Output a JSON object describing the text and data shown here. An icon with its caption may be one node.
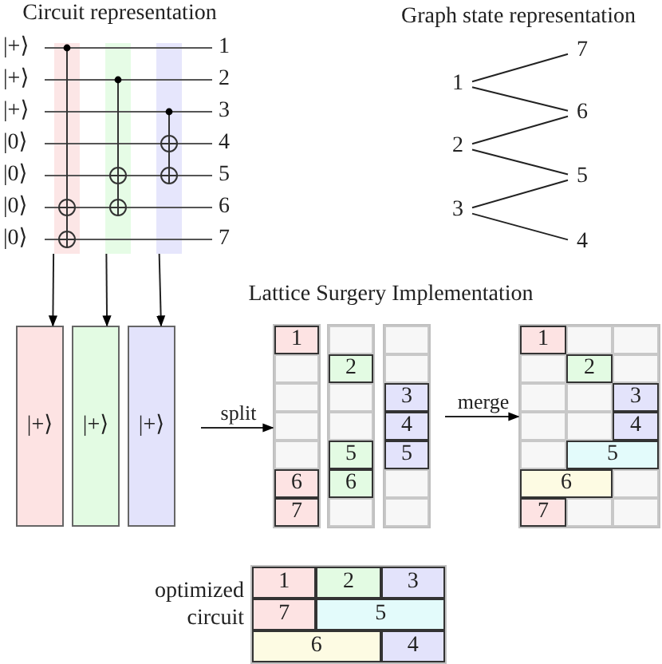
{
  "diagram": {
    "nodes": [
      {
        "text": [],
        "shape": "bar"
      },
      {
        "text": [],
        "shape": "bar"
      },
      {
        "text": [],
        "shape": "bar"
      },
      {
        "text": [
          "7"
        ]
      },
      {
        "text": [
          "1"
        ]
      },
      {
        "text": [
          "6"
        ]
      },
      {
        "text": [
          "2"
        ]
      },
      {
        "text": [
          "5"
        ]
      },
      {
        "text": [
          "3"
        ]
      },
      {
        "text": [
          "4"
        ]
      },
      {
        "text": [
          "|+⟩"
        ]
      },
      {
        "text": [
          "|+⟩"
        ]
      },
      {
        "text": [
          "|+⟩"
        ]
      },
      {
        "text": [],
        "shape": "box"
      },
      {
        "text": [
          "1"
        ],
        "in": 13
      },
      {
        "text": [],
        "shape": "box",
        "in": 13
      },
      {
        "text": [],
        "shape": "box",
        "in": 13
      },
      {
        "text": [],
        "shape": "box",
        "in": 13
      },
      {
        "text": [],
        "shape": "box",
        "in": 13
      },
      {
        "text": [
          "6"
        ],
        "in": 13
      },
      {
        "text": [
          "7"
        ],
        "in": 13
      },
      {
        "text": [],
        "shape": "box"
      },
      {
        "text": [],
        "shape": "box",
        "in": 21
      },
      {
        "text": [
          "2"
        ],
        "in": 21
      },
      {
        "text": [],
        "shape": "box",
        "in": 21
      },
      {
        "text": [],
        "shape": "box",
        "in": 21
      },
      {
        "text": [
          "5"
        ],
        "in": 21
      },
      {
        "text": [
          "6"
        ],
        "in": 21
      },
      {
        "text": [],
        "shape": "box",
        "in": 21
      },
      {
        "text": [],
        "shape": "box"
      },
      {
        "text": [],
        "shape": "box",
        "in": 29
      },
      {
        "text": [],
        "shape": "box",
        "in": 29
      },
      {
        "text": [
          "3"
        ],
        "in": 29
      },
      {
        "text": [
          "4"
        ],
        "in": 29
      },
      {
        "text": [
          "5"
        ],
        "in": 29
      },
      {
        "text": [],
        "shape": "box",
        "in": 29
      },
      {
        "text": [],
        "shape": "box",
        "in": 29
      },
      {
        "text": [],
        "shape": "box"
      },
      {
        "text": [
          "1"
        ],
        "in": 37
      },
      {
        "text": [],
        "shape": "box",
        "in": 37
      },
      {
        "text": [],
        "shape": "box",
        "in": 37
      },
      {
        "text": [],
        "shape": "box",
        "in": 37
      },
      {
        "text": [
          "2"
        ],
        "in": 37
      },
      {
        "text": [],
        "shape": "box",
        "in": 37
      },
      {
        "text": [],
        "shape": "box",
        "in": 37
      },
      {
        "text": [],
        "shape": "box",
        "in": 37
      },
      {
        "text": [
          "3"
        ],
        "in": 37
      },
      {
        "text": [],
        "shape": "box",
        "in": 37
      },
      {
        "text": [],
        "shape": "box",
        "in": 37
      },
      {
        "text": [
          "4"
        ],
        "in": 37
      },
      {
        "text": [],
        "shape": "box",
        "in": 37
      },
      {
        "text": [
          "5"
        ],
        "in": 37
      },
      {
        "text": [
          "6"
        ],
        "in": 37
      },
      {
        "text": [],
        "shape": "box",
        "in": 37
      },
      {
        "text": [
          "7"
        ],
        "in": 37
      },
      {
        "text": [],
        "shape": "box",
        "in": 37
      },
      {
        "text": [],
        "shape": "box",
        "in": 37
      },
      {
        "text": [],
        "shape": "box",
        "beside": [
          "optimized circuit"
        ]
      },
      {
        "text": [
          "1"
        ],
        "in": 57
      },
      {
        "text": [
          "2"
        ],
        "in": 57
      },
      {
        "text": [
          "3"
        ],
        "in": 57
      },
      {
        "text": [
          "7"
        ],
        "in": 57
      },
      {
        "text": [
          "5"
        ],
        "in": 57
      },
      {
        "text": [
          "6"
        ],
        "in": 57
      },
      {
        "text": [
          "4"
        ],
        "in": 57
      }
    ],
    "edges": [
      {
        "from": 0,
        "to": 10,
        "arrow": "to"
      },
      {
        "from": 1,
        "to": 11,
        "arrow": "to"
      },
      {
        "from": 2,
        "to": 12,
        "arrow": "to"
      },
      {
        "from": 4,
        "to": 3,
        "arrow": "none"
      },
      {
        "from": 4,
        "to": 5,
        "arrow": "none"
      },
      {
        "from": 6,
        "to": 5,
        "arrow": "none"
      },
      {
        "from": 6,
        "to": 7,
        "arrow": "none"
      },
      {
        "from": 8,
        "to": 7,
        "arrow": "none"
      },
      {
        "from": 8,
        "to": 9,
        "arrow": "none"
      },
      {
        "from": null,
        "to": 13,
        "arrow": "to",
        "label": "split"
      },
      {
        "from": 29,
        "to": 37,
        "arrow": "to",
        "label": "merge"
      }
    ],
    "labels": [
      "Circuit representation",
      "Graph state representation",
      "|+⟩",
      "1",
      "|+⟩",
      "2",
      "|+⟩",
      "3",
      "|0⟩",
      "4",
      "|0⟩",
      "5",
      "|0⟩",
      "6",
      "|0⟩",
      "7",
      "Lattice Surgery Implementation"
    ]
  }
}
